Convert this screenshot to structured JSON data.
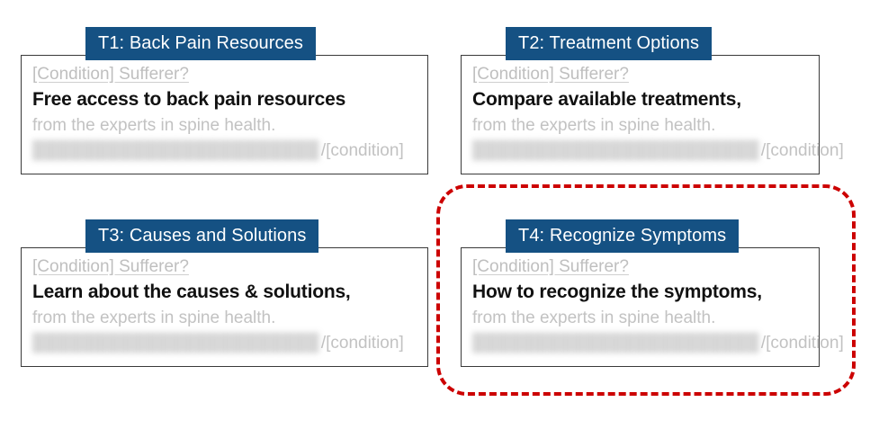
{
  "colors": {
    "badge_background": "#155183",
    "badge_text": "#FFFFFF",
    "card_border": "#3A3A3A",
    "headline_text": "#111111",
    "muted_text": "#C2C2C2",
    "highlight_border": "#CC0000",
    "page_background": "#FFFFFF"
  },
  "highlight": {
    "label": "selected-variant-highlight",
    "target": "T4"
  },
  "ads": [
    {
      "id": "T1",
      "badge": "T1: Back Pain Resources",
      "site": "[Condition] Sufferer?",
      "headline": "Free access to back pain resources",
      "description": "from the experts in spine health.",
      "url_redacted": "███████████████████████",
      "url_path": "/[condition]"
    },
    {
      "id": "T2",
      "badge": "T2: Treatment Options",
      "site": "[Condition] Sufferer?",
      "headline": "Compare available treatments,",
      "description": "from the experts in spine health.",
      "url_redacted": "███████████████████████",
      "url_path": "/[condition]"
    },
    {
      "id": "T3",
      "badge": "T3: Causes and Solutions",
      "site": "[Condition] Sufferer?",
      "headline": "Learn about the causes & solutions,",
      "description": "from the experts in spine health.",
      "url_redacted": "███████████████████████",
      "url_path": "/[condition]"
    },
    {
      "id": "T4",
      "badge": "T4: Recognize Symptoms",
      "site": "[Condition] Sufferer?",
      "headline": "How to recognize the symptoms,",
      "description": "from the experts in spine health.",
      "url_redacted": "███████████████████████",
      "url_path": "/[condition]"
    }
  ]
}
